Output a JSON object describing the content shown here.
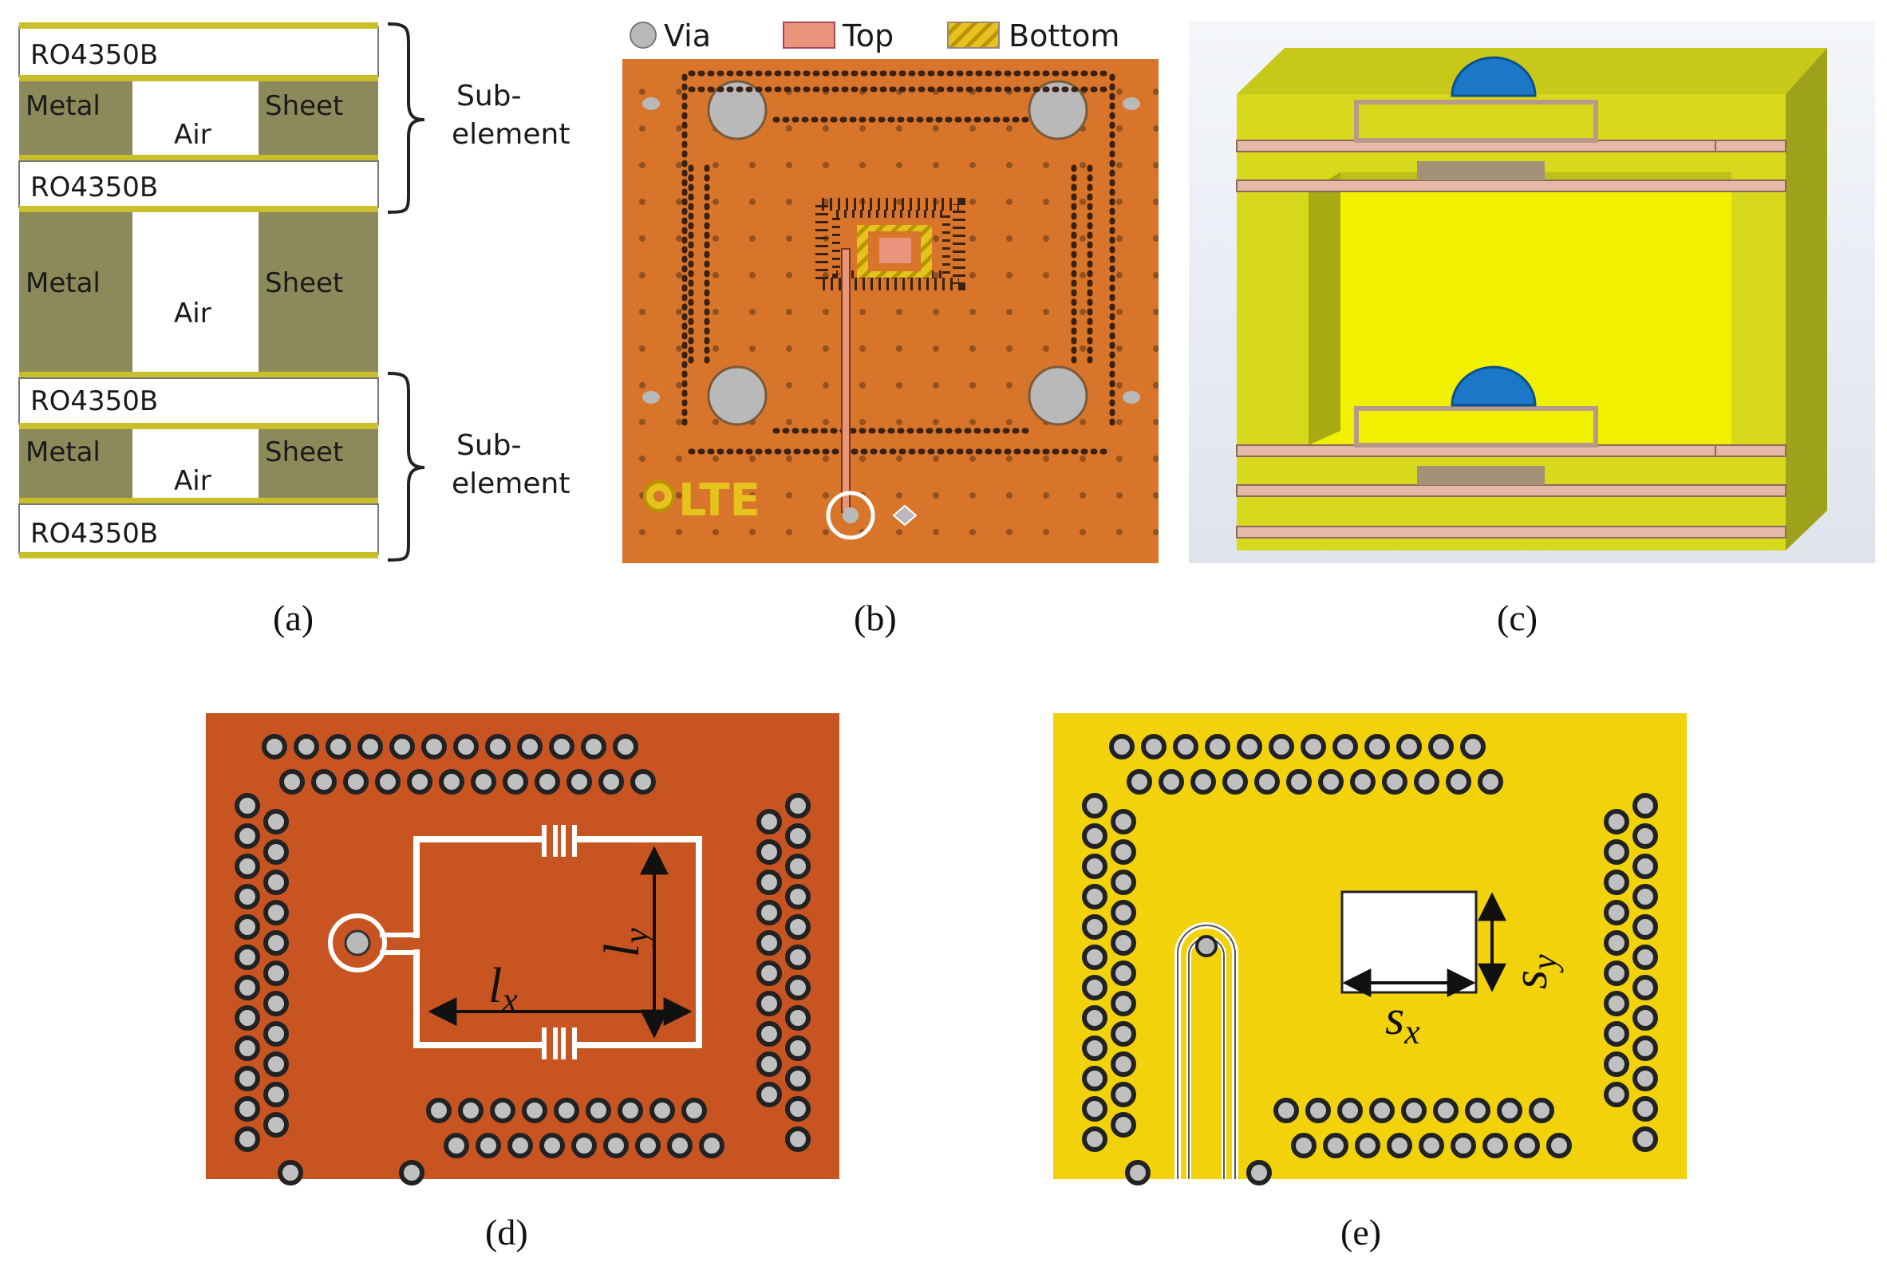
{
  "panel_a": {
    "substrate_label": "RO4350B",
    "metal_label": "Metal",
    "air_label": "Air",
    "sheet_label": "Sheet",
    "sub_line1": "Sub-",
    "sub_line2": "element",
    "colors": {
      "metal": "#8c8a5a",
      "copper": "#c9bf2a"
    }
  },
  "panel_b": {
    "legend": {
      "via": "Via",
      "top": "Top",
      "bottom": "Bottom"
    },
    "logo_text": "LTE",
    "colors": {
      "board": "#d8752a",
      "top": "#e8957c",
      "bottom": "#e6c21c",
      "via": "#b9b9b9"
    }
  },
  "panel_d": {
    "dim_x_main": "l",
    "dim_x_sub": "x",
    "dim_y_main": "l",
    "dim_y_sub": "y",
    "colors": {
      "board": "#c85422"
    }
  },
  "panel_e": {
    "dim_x_main": "s",
    "dim_x_sub": "x",
    "dim_y_main": "s",
    "dim_y_sub": "y",
    "colors": {
      "board": "#f2d20b"
    }
  },
  "captions": {
    "a": "(a)",
    "b": "(b)",
    "c": "(c)",
    "d": "(d)",
    "e": "(e)"
  }
}
